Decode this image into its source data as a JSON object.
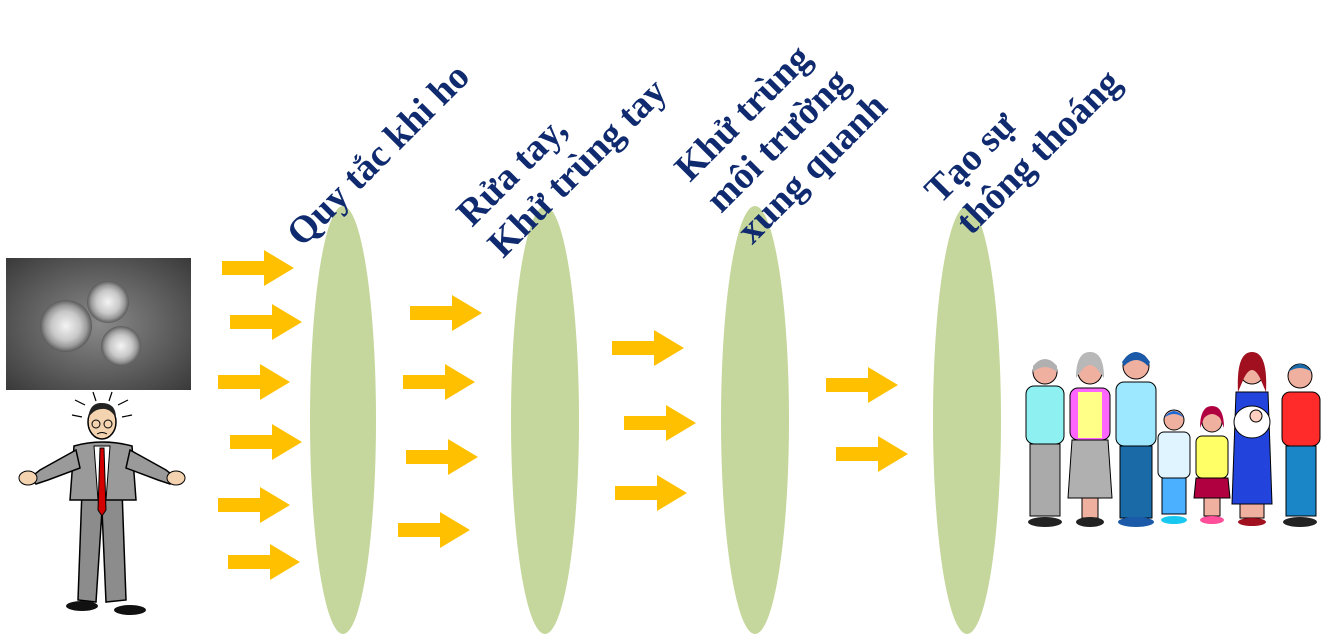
{
  "barriers": [
    {
      "id": "cough-etiquette",
      "lines": [
        "Quy tắc khi ho"
      ]
    },
    {
      "id": "hand-hygiene",
      "lines": [
        "Rửa tay,",
        "Khử trùng tay"
      ]
    },
    {
      "id": "environment-disinfection",
      "lines": [
        "Khử trùng",
        "môi trường",
        "xung quanh"
      ]
    },
    {
      "id": "ventilation",
      "lines": [
        "Tạo sự",
        "thông thoáng"
      ]
    }
  ],
  "colors": {
    "barrier": "#c5d79c",
    "arrow": "#ffc000",
    "label": "#0f2a6e",
    "virus_bg": "#6e6e6e"
  },
  "icons": {
    "source": "virus-micrograph",
    "carrier": "worried-man-icon",
    "protected": "family-group-icon"
  },
  "arrow_groups": [
    6,
    4,
    3,
    2
  ]
}
